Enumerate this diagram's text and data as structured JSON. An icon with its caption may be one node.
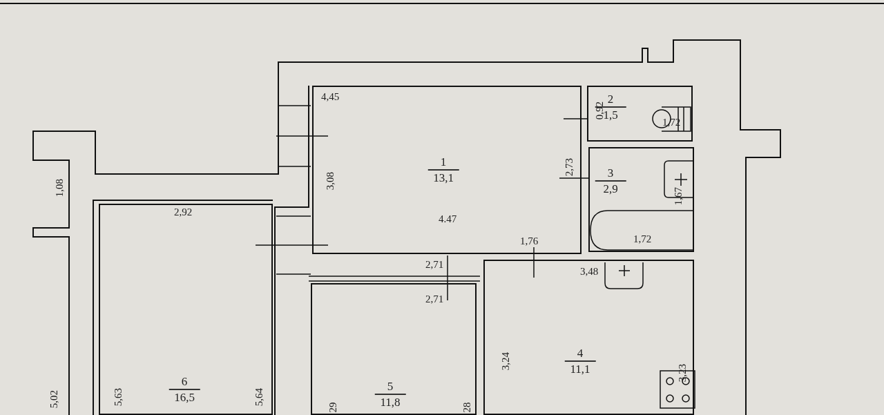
{
  "diagram": {
    "nodes": [
      {
        "text": [
          "1",
          "13,1"
        ]
      },
      {
        "text": [
          "2",
          "1,5"
        ]
      },
      {
        "text": [
          "3",
          "2,9"
        ]
      },
      {
        "text": [
          "4",
          "11,1"
        ]
      },
      {
        "text": [
          "5",
          "11,8"
        ]
      },
      {
        "text": [
          "6",
          "16,5"
        ]
      }
    ],
    "edges": [],
    "labels": [
      "4,45",
      "0,92",
      "1,72",
      "2,73",
      "3,08",
      "1,67",
      "4.47",
      "2,92",
      "1,08",
      "1,72",
      "1,76",
      "2,71",
      "3,48",
      "2,71",
      "3,24",
      "3,23",
      "5,63",
      "5,64",
      "5,02",
      "29",
      "28"
    ]
  }
}
